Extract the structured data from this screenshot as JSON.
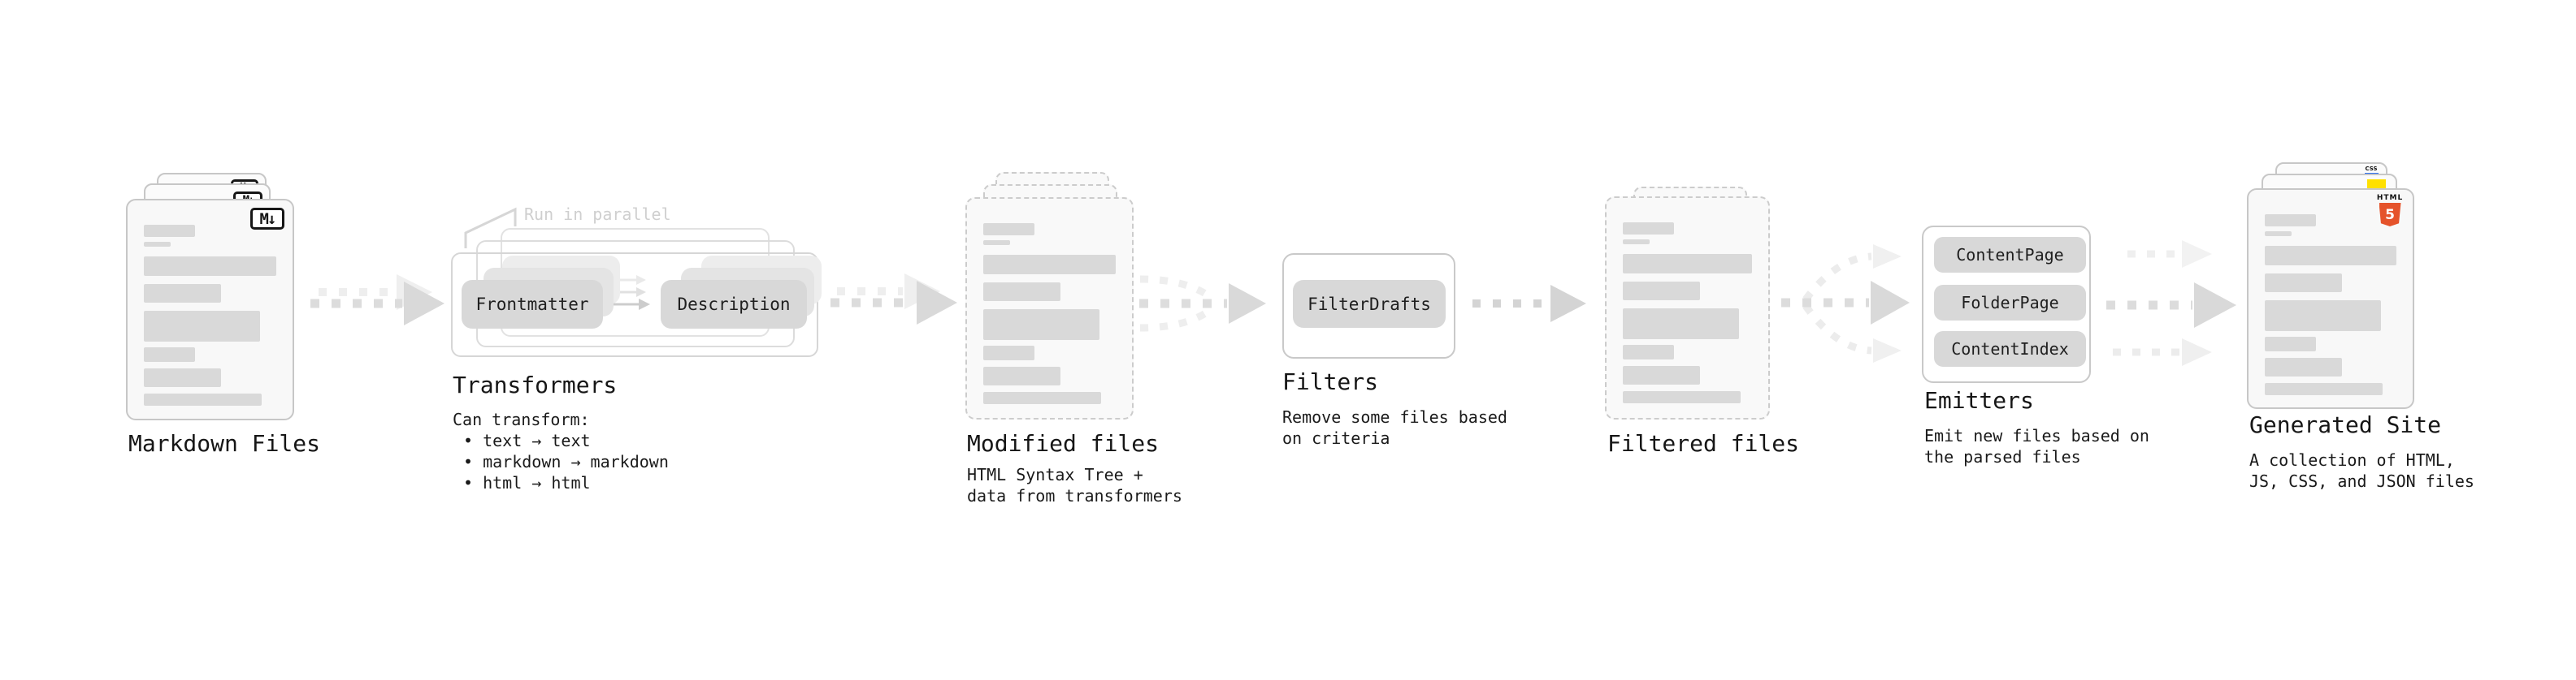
{
  "stages": {
    "markdown": {
      "title": "Markdown Files",
      "badge": "M↓"
    },
    "transformers": {
      "title": "Transformers",
      "note": "Run in parallel",
      "pills": [
        "Frontmatter",
        "Description"
      ],
      "details": [
        "Can transform:",
        "• text → text",
        "• markdown → markdown",
        "• html → html"
      ]
    },
    "modified": {
      "title": "Modified files",
      "details": [
        "HTML Syntax Tree +",
        "data from transformers"
      ]
    },
    "filters": {
      "title": "Filters",
      "pills": [
        "FilterDrafts"
      ],
      "details": [
        "Remove some files based",
        "on criteria"
      ]
    },
    "filtered": {
      "title": "Filtered files"
    },
    "emitters": {
      "title": "Emitters",
      "pills": [
        "ContentPage",
        "FolderPage",
        "ContentIndex"
      ],
      "details": [
        "Emit new files based on",
        "the parsed files"
      ]
    },
    "site": {
      "title": "Generated Site",
      "details": [
        "A collection of HTML,",
        "JS, CSS, and JSON files"
      ],
      "badges": {
        "html_label": "HTML",
        "html_number": "5",
        "css_label": "CSS"
      }
    }
  },
  "colors": {
    "arrow_dark": "#dcdcdc",
    "arrow_head_dark": "#d9d9d9",
    "arrow_mid": "#d4d4d4",
    "arrow_light": "#eeeeee",
    "bar": "#d9d9d9",
    "pill": "#d8d8d8",
    "html5_orange": "#e5532b",
    "js_yellow": "#ffe000",
    "css_blue": "#2f6fed",
    "note_gray": "#cfcfcf",
    "text": "#161616"
  }
}
